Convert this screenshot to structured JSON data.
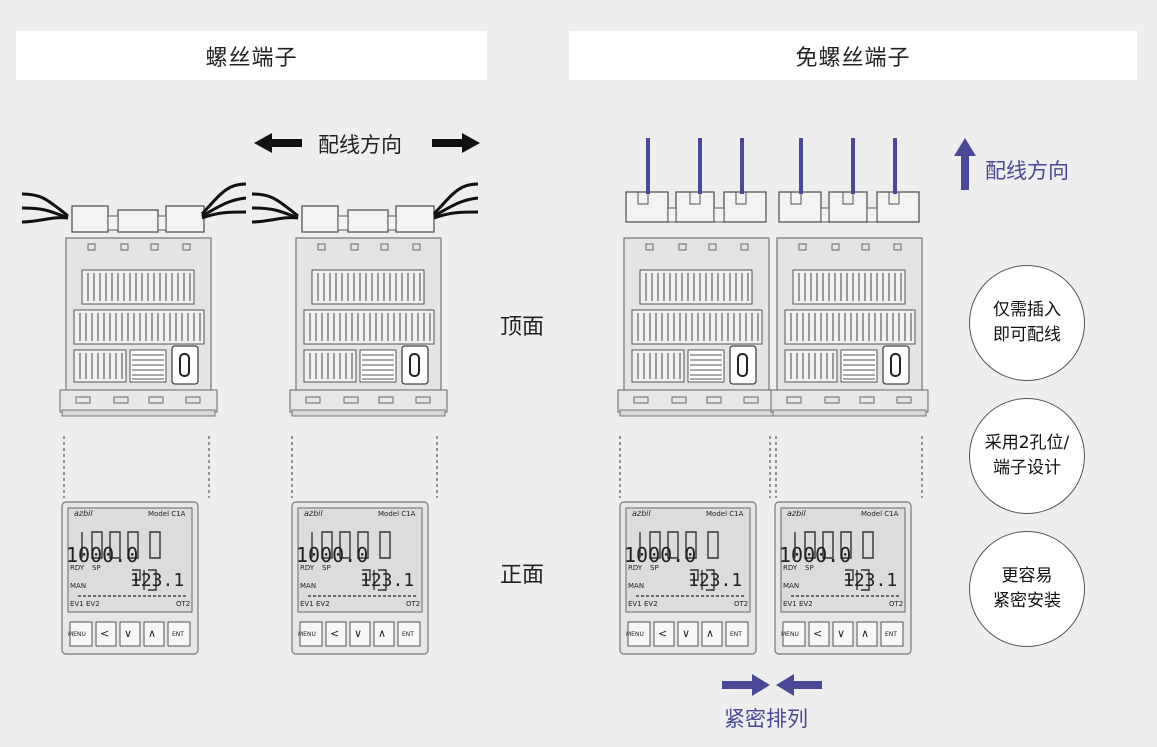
{
  "sections": {
    "left_title": "螺丝端子",
    "right_title": "免螺丝端子"
  },
  "labels": {
    "wiring_direction_left": "配线方向",
    "wiring_direction_right": "配线方向",
    "top_view": "顶面",
    "front_view": "正面",
    "compact_arrangement": "紧密排列"
  },
  "features": [
    {
      "line1": "仅需插入",
      "line2": "即可配线"
    },
    {
      "line1": "采用2孔位/",
      "line2": "端子设计"
    },
    {
      "line1": "更容易",
      "line2": "紧密安装"
    }
  ],
  "device": {
    "logo": "azbil",
    "model": "Model C1A",
    "pv": "1000.0",
    "sv": "123.1",
    "status_labels": [
      "RDY",
      "SP",
      "MAN"
    ],
    "output_labels": [
      "EV1",
      "EV2",
      "OT2"
    ],
    "keys": [
      "MENU",
      "<",
      "∨",
      "∧",
      "ENT"
    ]
  },
  "colors": {
    "accent": "#4a4996",
    "background": "#eeeeee",
    "arrow_black": "#111111"
  },
  "icons": {
    "left_arrow": "arrow-left-icon",
    "right_arrow": "arrow-right-icon",
    "up_arrow": "arrow-up-icon"
  }
}
